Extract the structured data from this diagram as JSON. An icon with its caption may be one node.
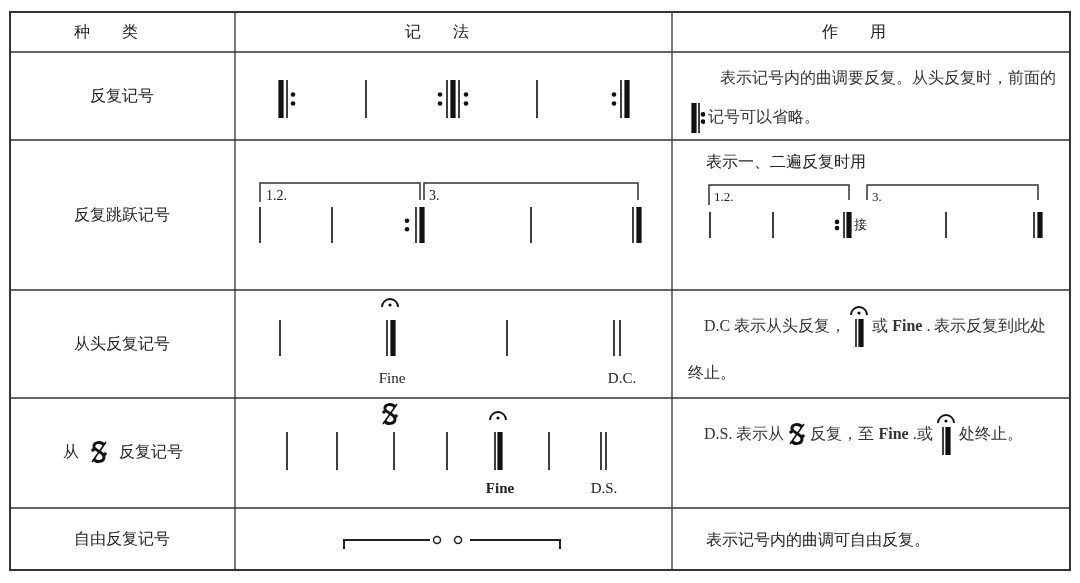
{
  "diagram": {
    "labels": [
      "种类",
      "记法",
      "作用",
      "反复记号",
      "表示记号内的曲调要反复。从头反复时，前面的",
      "记号可以省略。",
      "反复跳跃记号",
      "1.2.",
      "3.",
      "表示一、二遍反复时用",
      "1.2.",
      "3.",
      "接",
      "从头反复记号",
      "Fine",
      "D.C.",
      "D.C 表示从头反复，",
      "或 **Fine** . 表示反复到此处终止。",
      "从",
      "反复记号",
      "Fine",
      "D.S.",
      "D.S. 表示从",
      "反复，至 **Fine** .或",
      "处终止。",
      "自由反复记号",
      "表示记号内的曲调可自由反复。"
    ]
  }
}
